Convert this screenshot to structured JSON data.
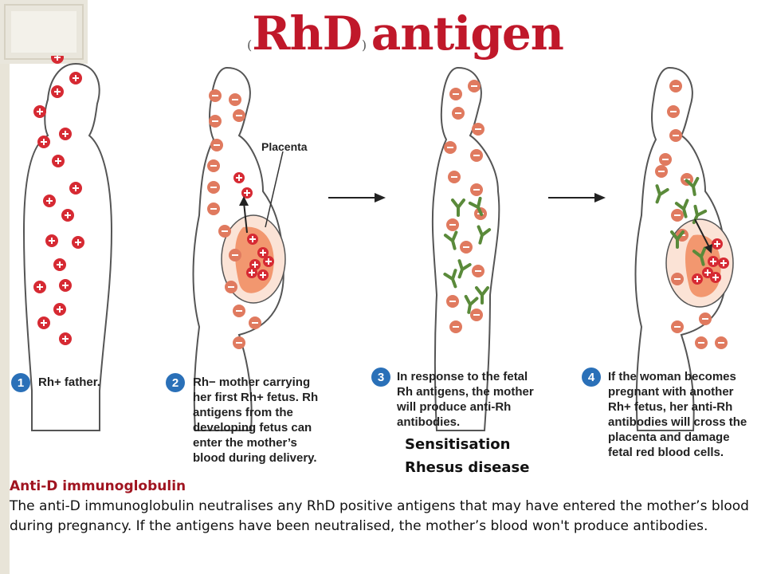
{
  "title": {
    "paren_open": "(",
    "rhd": "RhD",
    "paren_close": ")",
    "antigen": "antigen"
  },
  "figure": {
    "placenta_label": "Placenta",
    "steps": [
      {
        "num": "1",
        "text": "Rh+ father."
      },
      {
        "num": "2",
        "text": "Rh− mother carrying\nher first Rh+ fetus. Rh\nantigens from the\ndeveloping fetus can\nenter the mother’s\nblood during delivery."
      },
      {
        "num": "3",
        "text": "In response to the fetal\nRh antigens, the mother\nwill produce anti-Rh\nantibodies."
      },
      {
        "num": "4",
        "text": "If the woman becomes\npregnant with another\nRh+ fetus, her anti-Rh\nantibodies will cross the\nplacenta and damage\nfetal red blood cells."
      }
    ],
    "colors": {
      "positive": "#d62a33",
      "negative": "#e07a5f",
      "antibody": "#5a8a3a",
      "fetus": "#f08a5d",
      "outline": "#555555",
      "step_badge": "#2a70b8"
    }
  },
  "labels": {
    "sensitisation": "Sensitisation",
    "rhesus": "Rhesus disease"
  },
  "bottom": {
    "heading": "Anti-D immunoglobulin",
    "body": "The anti-D immunoglobulin neutralises any RhD positive antigens that may have entered the mother’s blood during pregnancy. If the antigens have been neutralised, the mother’s blood won't produce antibodies."
  }
}
